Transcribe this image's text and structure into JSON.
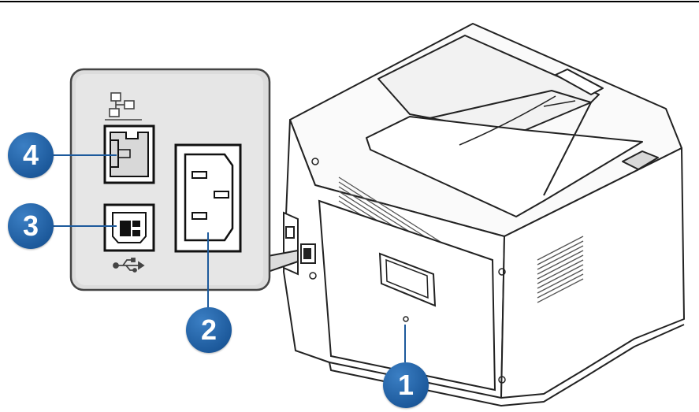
{
  "callouts": [
    {
      "number": "1",
      "part": "back-cover"
    },
    {
      "number": "2",
      "part": "power-receptacle"
    },
    {
      "number": "3",
      "part": "usb-port"
    },
    {
      "number": "4",
      "part": "network-port"
    }
  ],
  "icons": {
    "network": "network-icon",
    "usb": "usb-icon"
  },
  "colors": {
    "callout_fill": "#1d5a9c",
    "inset_panel": "#dcdcdc",
    "printer_body": "#ffffff",
    "outline": "#222222"
  }
}
